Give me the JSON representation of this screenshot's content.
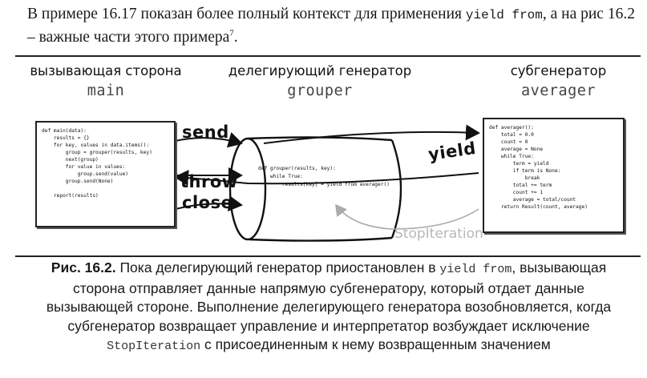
{
  "intro": {
    "part1": "В примере 16.17 показан более полный контекст для применения ",
    "code": "yield from",
    "part2": ", а на рис 16.2 – важные части этого примера",
    "footnote": "7",
    "part3": "."
  },
  "figure": {
    "columns": [
      {
        "title": "вызывающая сторона",
        "name": "main"
      },
      {
        "title": "делегирующий генератор",
        "name": "grouper"
      },
      {
        "title": "субгенератор",
        "name": "averager"
      }
    ],
    "main_code": "def main(data):\n    results = {}\n    for key, values in data.items():\n        group = grouper(results, key)\n        next(group)\n        for value in values:\n            group.send(value)\n        group.send(None)\n\n    report(results)",
    "grouper_code": "def grouper(results, key):\n    while True:\n        results[key] = yield from averager()",
    "averager_code": "def averager():\n    total = 0.0\n    count = 0\n    average = None\n    while True:\n        term = yield\n        if term is None:\n            break\n        total += term\n        count += 1\n        average = total/count\n    return Result(count, average)",
    "labels": {
      "send": "send",
      "throw": "throw",
      "close": "close",
      "yield": "yield",
      "stop": "StopIteration"
    }
  },
  "caption": {
    "label": "Рис. 16.2.",
    "text1": " Пока делегирующий генератор приостановлен в ",
    "code1": "yield from",
    "text2": ", вызывающая сторона отправляет данные напрямую субгенератору, который отдает данные вызывающей стороне. Выполнение делегирующего генератора возобновляется, когда субгенератор возвращает управление и интерпретатор возбуждает исключение ",
    "code2": "StopIteration",
    "text3": " с присоединенным к нему возвращенным значением"
  }
}
